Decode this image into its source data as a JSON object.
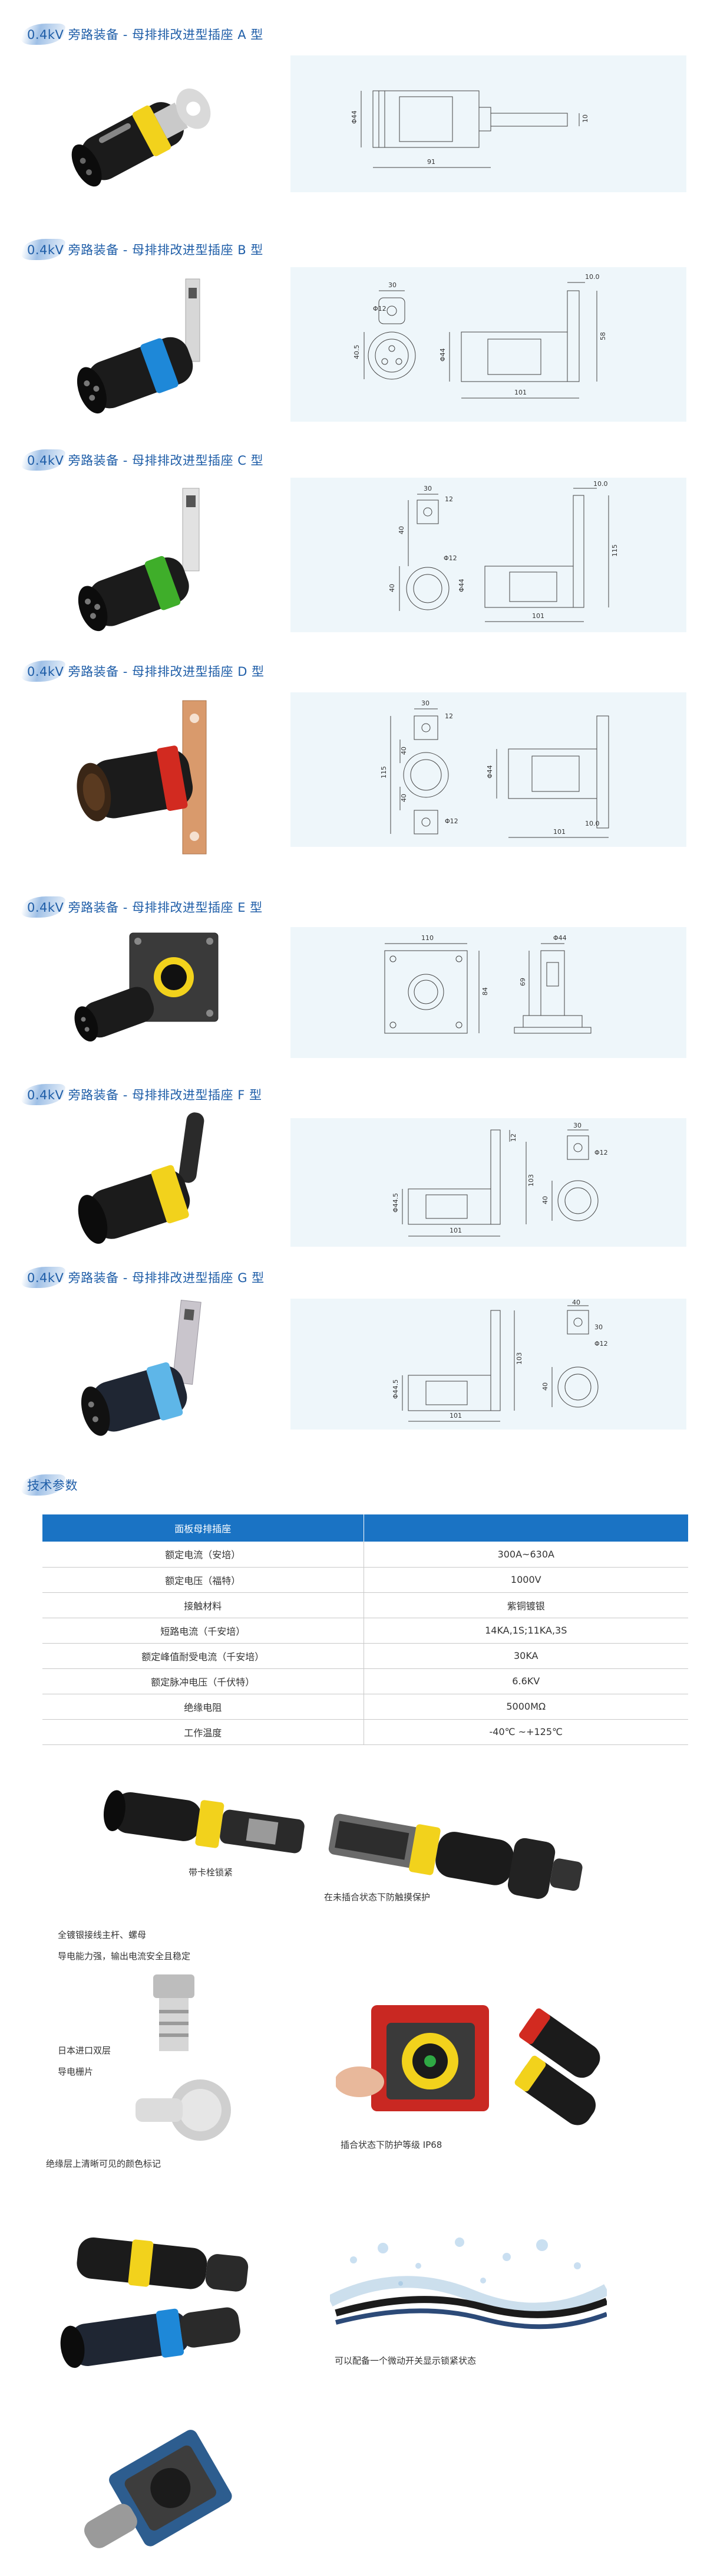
{
  "sections": [
    {
      "title": "0.4kV 旁路装备 - 母排排改进型插座 A 型"
    },
    {
      "title": "0.4kV 旁路装备 - 母排排改进型插座 B 型"
    },
    {
      "title": "0.4kV 旁路装备 - 母排排改进型插座 C 型"
    },
    {
      "title": "0.4kV 旁路装备 - 母排排改进型插座 D 型"
    },
    {
      "title": "0.4kV 旁路装备 - 母排排改进型插座 E 型"
    },
    {
      "title": "0.4kV 旁路装备 - 母排排改进型插座 F 型"
    },
    {
      "title": "0.4kV 旁路装备 - 母排排改进型插座 G 型"
    }
  ],
  "drawings": {
    "a": {
      "d1": "Φ44",
      "d2": "91",
      "d3": "10"
    },
    "b": {
      "d1": "30",
      "d2": "Φ12",
      "d3": "40.5",
      "d4": "Φ44",
      "d5": "101",
      "d6": "10.0",
      "d7": "58"
    },
    "c": {
      "d1": "30",
      "d2": "12",
      "d3": "40",
      "d4": "Φ12",
      "d5": "40",
      "d6": "101",
      "d7": "10.0",
      "d8": "115",
      "d9": "Φ44"
    },
    "d": {
      "d1": "30",
      "d2": "12",
      "d3": "115",
      "d4": "40",
      "d5": "40",
      "d6": "Φ12",
      "d7": "Φ44",
      "d8": "101",
      "d9": "10.0"
    },
    "e": {
      "d1": "110",
      "d2": "Φ44",
      "d3": "84",
      "d4": "69"
    },
    "f": {
      "d1": "12",
      "d2": "30",
      "d3": "Φ12",
      "d4": "103",
      "d5": "40",
      "d6": "Φ44.5",
      "d7": "101"
    },
    "g": {
      "d1": "40",
      "d2": "30",
      "d3": "Φ12",
      "d4": "103",
      "d5": "40",
      "d6": "Φ44.5",
      "d7": "101"
    }
  },
  "spec_section_title": "技术参数",
  "spec_table": {
    "header": "面板母排插座",
    "rows": [
      {
        "label": "额定电流（安培）",
        "value": "300A~630A"
      },
      {
        "label": "额定电压（福特）",
        "value": "1000V"
      },
      {
        "label": "接触材料",
        "value": "紫铜镀银"
      },
      {
        "label": "短路电流（千安培）",
        "value": "14KA,1S;11KA,3S"
      },
      {
        "label": "额定峰值耐受电流（千安培）",
        "value": "30KA"
      },
      {
        "label": "额定脉冲电压（千伏特）",
        "value": "6.6KV"
      },
      {
        "label": "绝缘电阻",
        "value": "5000MΩ"
      },
      {
        "label": "工作温度",
        "value": "-40℃ ~+125℃"
      }
    ]
  },
  "captions": {
    "snap_lock": "带卡栓锁紧",
    "touch_protect": "在未插合状态下防触摸保护",
    "feature_1": "全镀银接线主杆、螺母",
    "feature_2": "导电能力强，输出电流安全且稳定",
    "feature_3": "日本进口双层",
    "feature_4": "导电栅片",
    "color_mark": "绝缘层上清晰可见的颜色标记",
    "ip68": "插合状态下防护等级 IP68",
    "micro_switch": "可以配备一个微动开关显示锁紧状态"
  },
  "colors": {
    "title_blue": "#1f5ea8",
    "table_header": "#1a73c4",
    "drawing_bg": "#eef6fa",
    "ring_a": "#f2d21c",
    "ring_b": "#1e88d8",
    "ring_c": "#3fae2a",
    "ring_d": "#d22a20",
    "ring_e": "#f2d21c",
    "ring_f": "#f2d21c",
    "ring_g": "#5eb6e8"
  }
}
